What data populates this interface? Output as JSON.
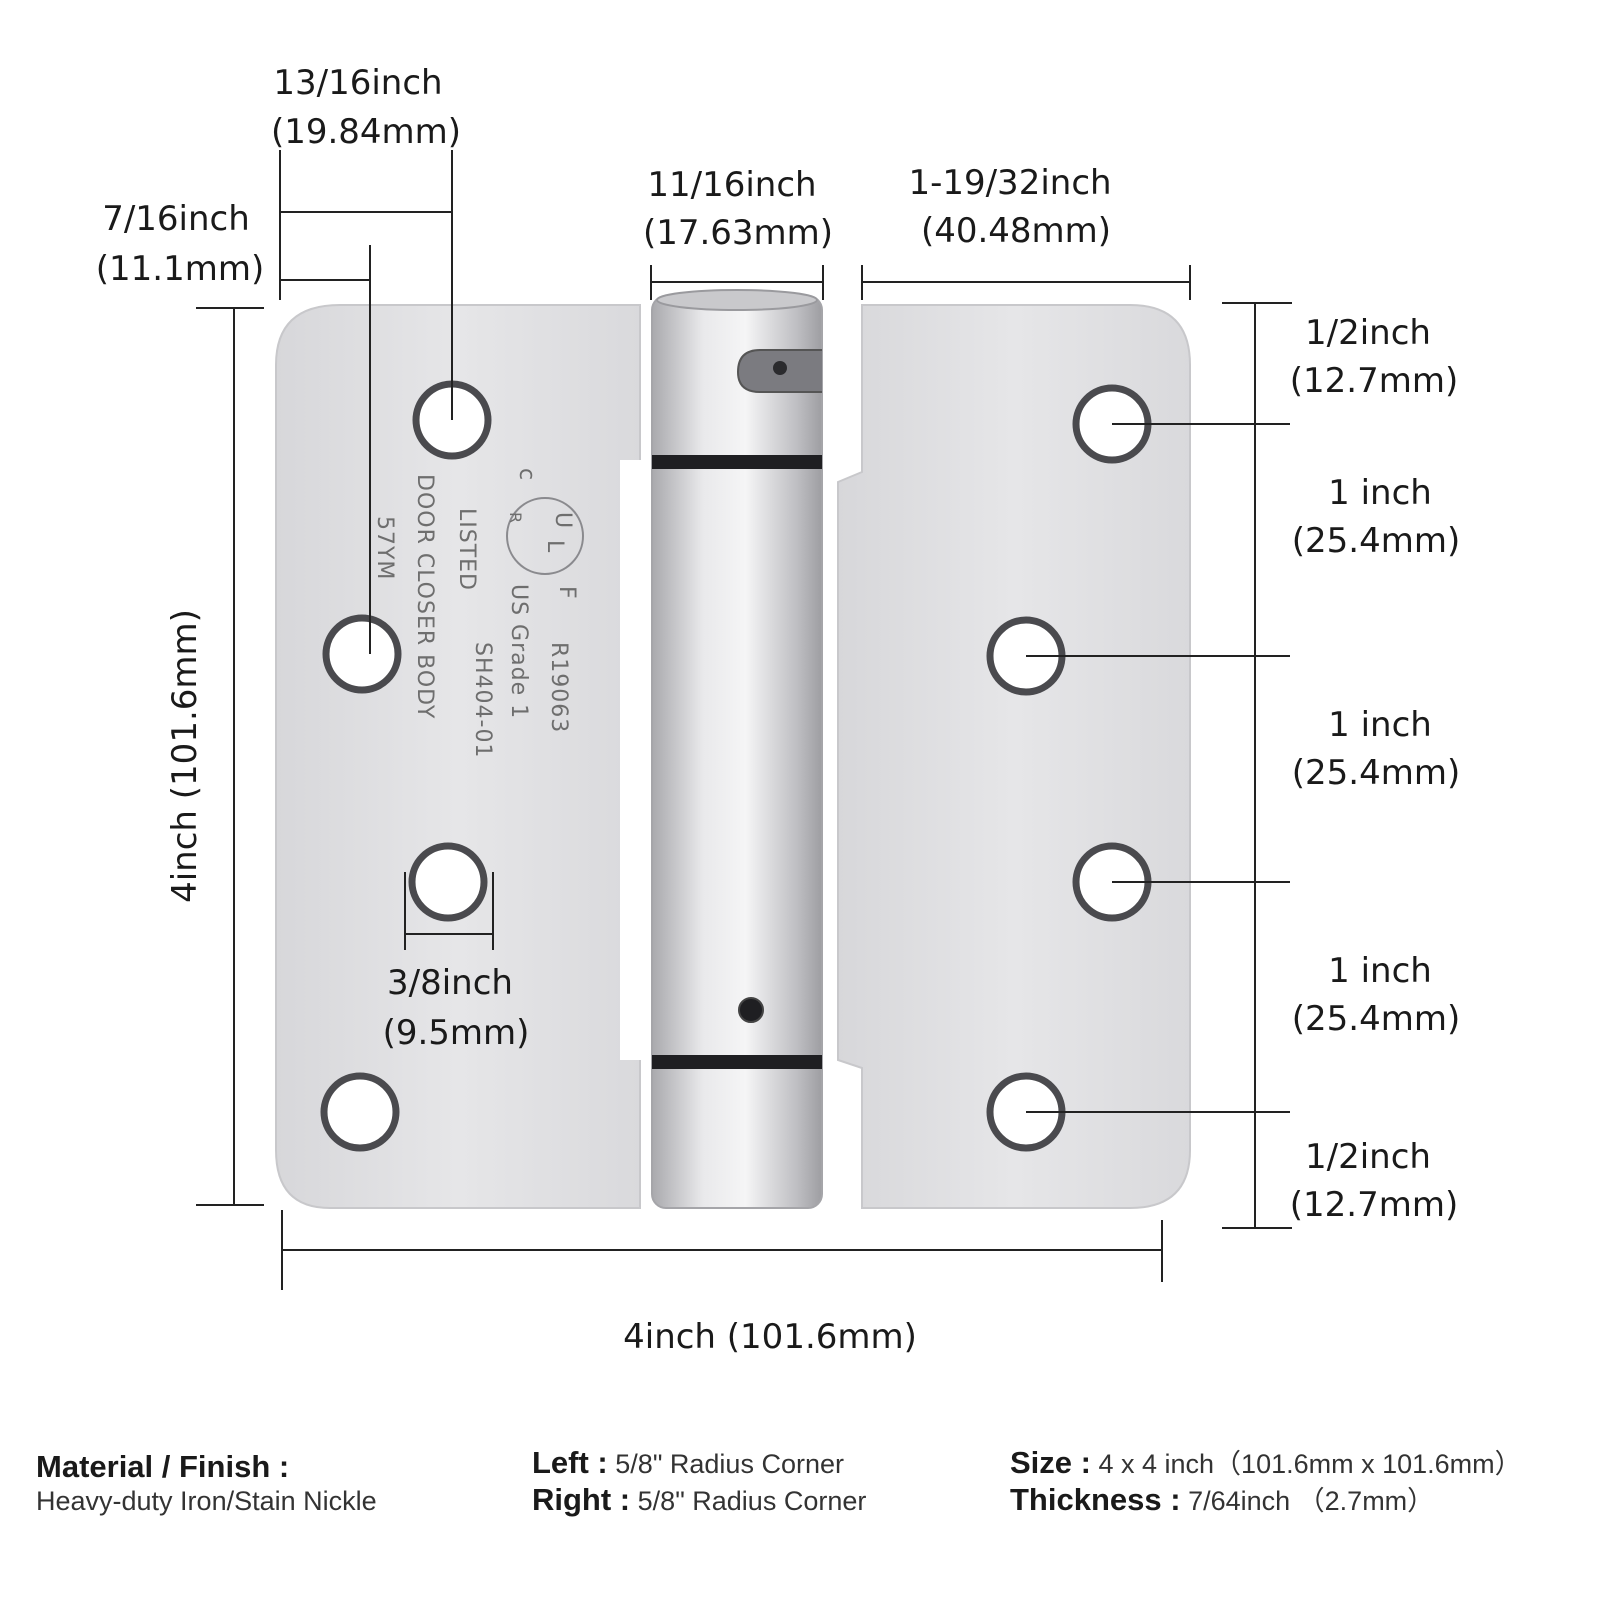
{
  "dimensions": {
    "hole_from_edge_left": {
      "in": "7/16inch",
      "mm": "(11.1mm)"
    },
    "hole_from_edge_right": {
      "in": "13/16inch",
      "mm": "(19.84mm)"
    },
    "barrel_width": {
      "in": "11/16inch",
      "mm": "(17.63mm)"
    },
    "leaf_width": {
      "in": "1-19/32inch",
      "mm": "(40.48mm)"
    },
    "top_margin": {
      "in": "1/2inch",
      "mm": "(12.7mm)"
    },
    "spacing_1": {
      "in": "1 inch",
      "mm": "(25.4mm)"
    },
    "spacing_2": {
      "in": "1 inch",
      "mm": "(25.4mm)"
    },
    "spacing_3": {
      "in": "1 inch",
      "mm": "(25.4mm)"
    },
    "bottom_margin": {
      "in": "1/2inch",
      "mm": "(12.7mm)"
    },
    "hole_diameter": {
      "in": "3/8inch",
      "mm": "(9.5mm)"
    },
    "height": "4inch (101.6mm)",
    "width": "4inch (101.6mm)"
  },
  "stamp": {
    "line1": "DOOR CLOSER BODY",
    "line2": "57YM",
    "line3": "LISTED",
    "line4": "SH404-01",
    "line5": "US Grade 1",
    "line6": "R19063",
    "ul_c": "c",
    "ul_f": "F",
    "ul_u": "U",
    "ul_l": "L",
    "ul_r": "R"
  },
  "specs": {
    "material_label": "Material / Finish :",
    "material_value": "Heavy-duty Iron/Stain Nickle",
    "left_label": "Left :",
    "left_value": "5/8\" Radius Corner",
    "right_label": "Right :",
    "right_value": "5/8\" Radius Corner",
    "size_label": "Size :",
    "size_value": "4 x 4 inch（101.6mm x 101.6mm）",
    "thickness_label": "Thickness :",
    "thickness_value": "7/64inch （2.7mm）"
  },
  "colors": {
    "metal": "#e2e2e4",
    "metal_dark": "#bdbdc0",
    "ink": "#1a1a1a"
  }
}
